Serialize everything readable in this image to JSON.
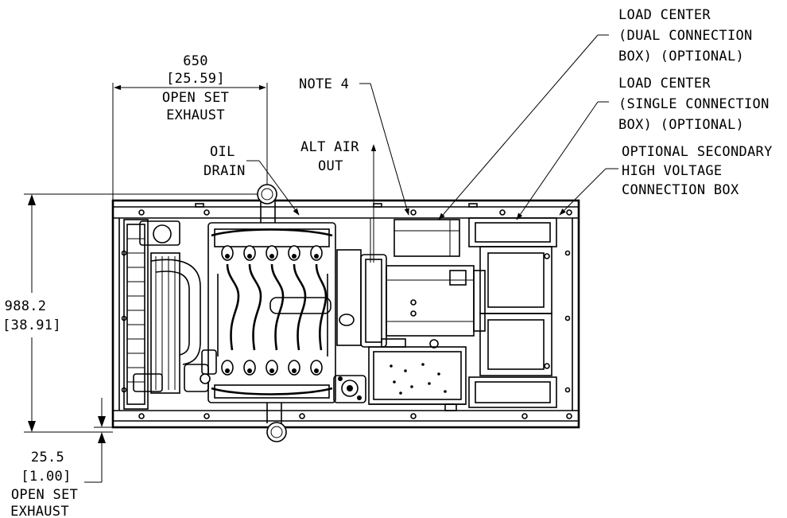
{
  "labels": {
    "load_center_dual": [
      "LOAD CENTER",
      "(DUAL CONNECTION",
      "BOX) (OPTIONAL)"
    ],
    "load_center_single": [
      "LOAD CENTER",
      "(SINGLE CONNECTION",
      "BOX) (OPTIONAL)"
    ],
    "secondary_box": [
      "OPTIONAL SECONDARY",
      "HIGH VOLTAGE",
      "CONNECTION BOX"
    ],
    "note": "NOTE 4",
    "alt_air": [
      "ALT AIR",
      "OUT"
    ],
    "oil_drain": [
      "OIL",
      "DRAIN"
    ],
    "exhaust_top": [
      "650",
      "[25.59]",
      "OPEN SET",
      "EXHAUST"
    ],
    "height_dim": [
      "988.2",
      "[38.91]"
    ],
    "exhaust_bottom": [
      "25.5",
      "[1.00]",
      "OPEN SET",
      "EXHAUST"
    ]
  }
}
